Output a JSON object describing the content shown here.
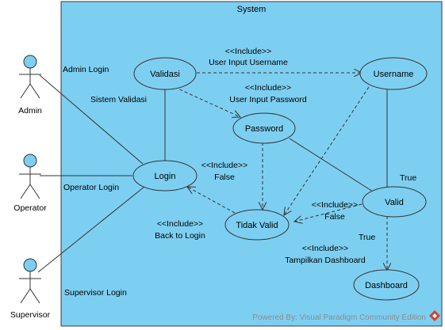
{
  "system": {
    "title": "System"
  },
  "actors": {
    "admin": "Admin",
    "operator": "Operator",
    "supervisor": "Supervisor"
  },
  "use_cases": {
    "validasi": "Validasi",
    "username": "Username",
    "password": "Password",
    "login": "Login",
    "tidak_valid": "Tidak Valid",
    "valid": "Valid",
    "dashboard": "Dashboard"
  },
  "edges": {
    "admin_login": "Admin Login",
    "sistem_validasi": "Sistem Validasi",
    "operator_login": "Operator Login",
    "supervisor_login": "Supervisor Login",
    "include_username": {
      "stereotype": "<<Include>>",
      "text": "User Input Username"
    },
    "include_password": {
      "stereotype": "<<Include>>",
      "text": "User Input Password"
    },
    "include_password_false": {
      "stereotype": "<<Include>>",
      "text": "False"
    },
    "include_back_login": {
      "stereotype": "<<Include>>",
      "text": "Back to Login"
    },
    "include_valid_false": {
      "stereotype": "<<Include>>",
      "text": "False"
    },
    "username_valid_true": "True",
    "include_dashboard": {
      "true_label": "True",
      "stereotype": "<<Include>>",
      "text": "Tampilkan Dashboard"
    }
  },
  "footer": {
    "text": "Powered By: Visual Paradigm Community Edition"
  },
  "colors": {
    "system_fill": "#7dcff2",
    "system_stroke": "#3b3b3b",
    "node_fill": "#7dcff2",
    "actor_head": "#7dcff2",
    "line": "#333333",
    "footer_text": "#8c8c8c",
    "logo_red": "#d6402f"
  }
}
